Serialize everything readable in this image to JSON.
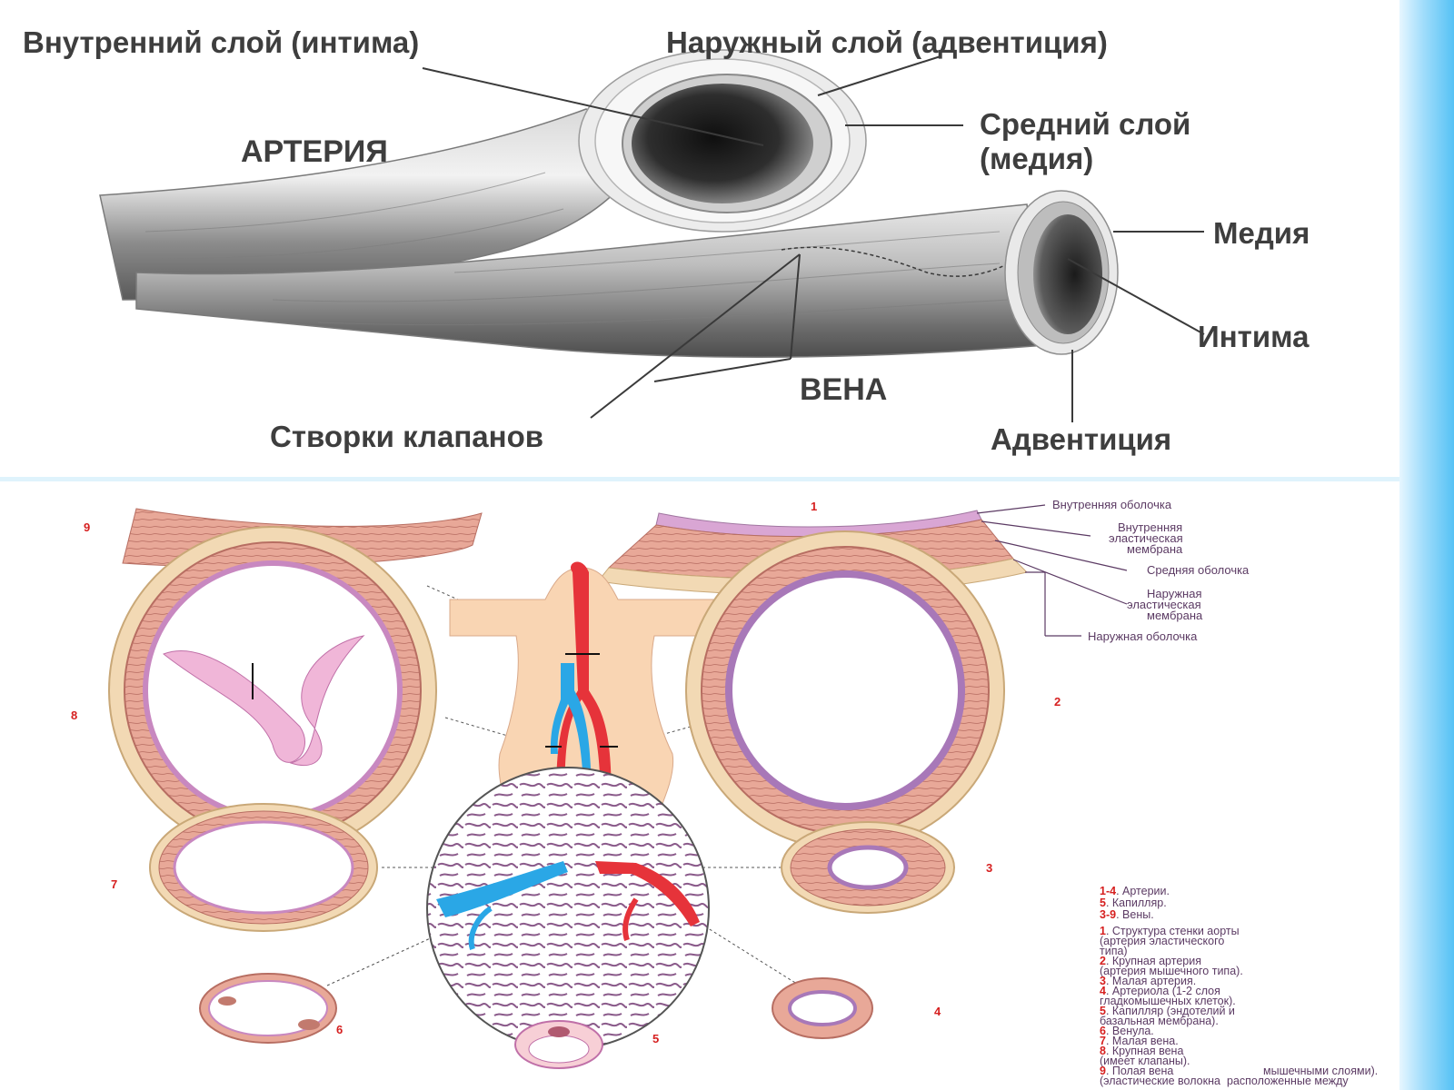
{
  "top": {
    "labels": {
      "intima_inner": "Внутренний слой (интима)",
      "adventitia_outer": "Наружный слой (адвентиция)",
      "media_line1": "Средний слой",
      "media_line2": "(медия)",
      "artery": "АРТЕРИЯ",
      "vein": "ВЕНА",
      "vein_media": "Медия",
      "vein_intima": "Интима",
      "vein_adventitia": "Адвентиция",
      "valves": "Створки клапанов"
    }
  },
  "bottom": {
    "layer_labels": {
      "inner_coat": "Внутренняя оболочка",
      "iem_1": "Внутренняя",
      "iem_2": "эластическая",
      "iem_3": "мембрана",
      "middle_coat": "Средняя оболочка",
      "eem_1": "Наружная",
      "eem_2": "эластическая",
      "eem_3": "мембрана",
      "outer_coat": "Наружная оболочка"
    },
    "numbers": [
      "1",
      "2",
      "3",
      "4",
      "5",
      "6",
      "7",
      "8",
      "9"
    ],
    "legend": {
      "l1_num": "1-4",
      "l1_text": ". Артерии.",
      "l2_num": "5",
      "l2_text": ". Капилляр.",
      "l3_num": "3-9",
      "l3_text": ". Вены.",
      "d1_num": "1",
      "d1_text": ". Структура стенки аорты",
      "d1_b": "(артерия эластического",
      "d1_c": "типа)",
      "d2_num": "2",
      "d2_text": ". Крупная артерия",
      "d2_b": "(артерия мышечного типа).",
      "d3_num": "3",
      "d3_text": ". Малая артерия.",
      "d4_num": "4",
      "d4_text": ". Артериола (1-2 слоя",
      "d4_b": "гладкомышечных клеток).",
      "d5_num": "5",
      "d5_text": ". Капилляр (эндотелий и",
      "d5_b": "базальная мембрана).",
      "d6_num": "6",
      "d6_text": ". Венула.",
      "d7_num": "7",
      "d7_text": ". Малая вена.",
      "d8_num": "8",
      "d8_text": ". Крупная вена",
      "d8_b": "(имеет клапаны).",
      "d9_num": "9",
      "d9_text": ". Полая вена",
      "d9_b": "(эластические волокна",
      "d9_c": "расположенные между",
      "d9_d": "мышечными слоями)."
    }
  },
  "colors": {
    "vessel_wall": "#e8a898",
    "adventitia": "#f2d9b4",
    "intima": "#d9a6d4",
    "artery_red": "#e6333a",
    "vein_blue": "#2aa7e6",
    "skin": "#f9d5b3",
    "number_red": "#d62020",
    "label_purple": "#5b3a63"
  }
}
